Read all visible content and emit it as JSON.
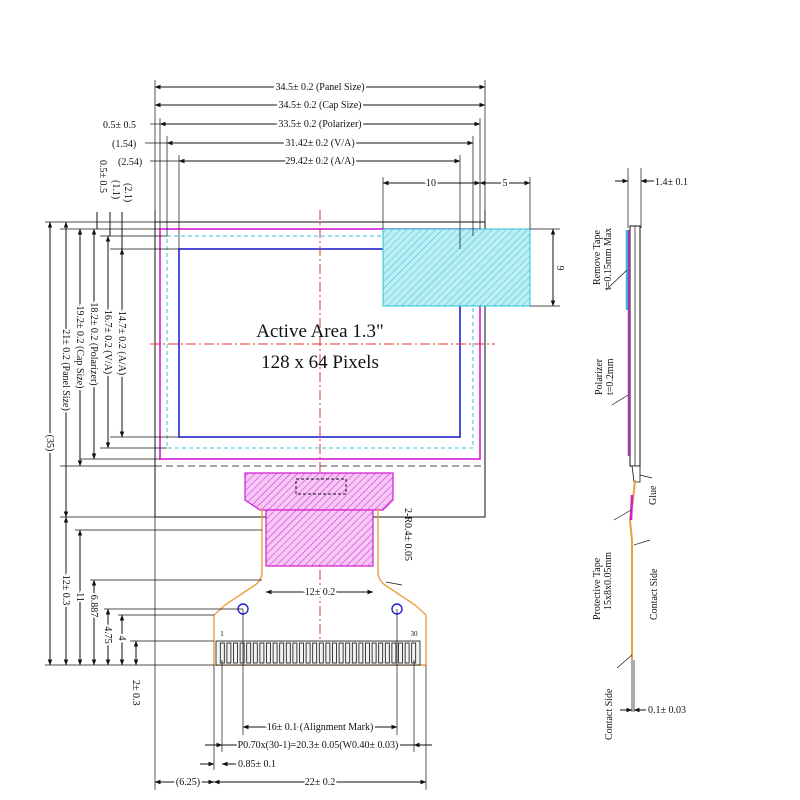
{
  "colors": {
    "line": "#111111",
    "polarizer": "#d21cd2",
    "active_area": "#2323cc",
    "remove_tape": "#2cc3d6",
    "centerline": "#e03030",
    "fpc": "#e8a040"
  },
  "active_area": {
    "line1": "Active Area 1.3\"",
    "line2": "128 x 64 Pixels"
  },
  "top_dims": {
    "panel_size": "34.5± 0.2 (Panel Size)",
    "cap_size": "34.5± 0.2 (Cap Size)",
    "polarizer": "33.5± 0.2 (Polarizer)",
    "va": "31.42± 0.2 (V/A)",
    "aa": "29.42± 0.2 (A/A)",
    "offset_05": "0.5± 0.5",
    "offset_154": "(1.54)",
    "offset_254": "(2.54)",
    "tape_10": "10",
    "tape_5": "5",
    "tape_9": "9"
  },
  "left_dims": {
    "v05": "0.5± 0.5",
    "v11": "(1.1)",
    "v21": "(2.1)",
    "aa": "14.7± 0.2 (A/A)",
    "va": "16.7± 0.2 (V/A)",
    "polarizer": "18.2± 0.2 (Polarizer)",
    "cap": "19.2± 0.2 (Cap Size)",
    "panel": "21± 0.2 (Panel Size)",
    "total": "(35)",
    "fpc": "12± 0.3",
    "v11b": "11",
    "v6887": "6.887",
    "v475": "4.75",
    "v4": "4",
    "v2": "2± 0.3"
  },
  "bottom_dims": {
    "neck_width": "12± 0.2",
    "radius": "2-R0.4± 0.05",
    "pin_1": "1",
    "pin_30": "30",
    "alignment": "16± 0.1 (Alignment Mark)",
    "pitch": "P0.70x(30-1)=20.3± 0.05(W0.40± 0.03)",
    "edge": "0.85± 0.1",
    "left_offset": "(6.25)",
    "fpc_width": "22± 0.2"
  },
  "side_view": {
    "thickness": "1.4± 0.1",
    "remove_tape_1": "Remove Tape",
    "remove_tape_2": "t=0.15mm Max",
    "polarizer_1": "Polarizer",
    "polarizer_2": "t=0.2mm",
    "glue": "Glue",
    "protective_1": "Protective Tape",
    "protective_2": "15x8x0.05mm",
    "contact_side_a": "Contact Side",
    "contact_side_b": "Contact Side",
    "fpc_thickness": "0.1± 0.03"
  }
}
